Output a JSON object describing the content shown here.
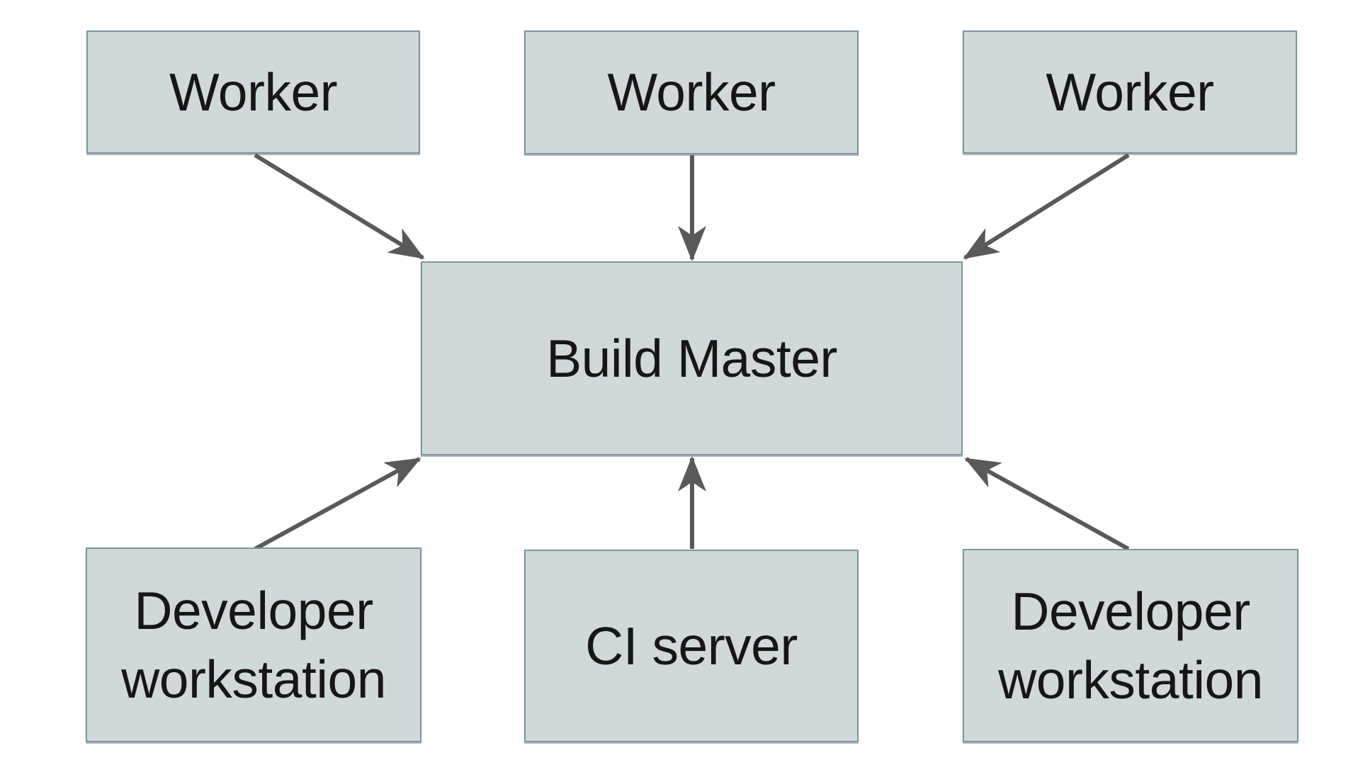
{
  "diagram": {
    "type": "architecture-diagram",
    "nodes": [
      {
        "id": "worker-1",
        "label": "Worker"
      },
      {
        "id": "worker-2",
        "label": "Worker"
      },
      {
        "id": "worker-3",
        "label": "Worker"
      },
      {
        "id": "build-master",
        "label": "Build Master"
      },
      {
        "id": "developer-workstation-left",
        "label": "Developer workstation"
      },
      {
        "id": "ci-server",
        "label": "CI server"
      },
      {
        "id": "developer-workstation-right",
        "label": "Developer workstation"
      }
    ],
    "edges": [
      {
        "from": "worker-1",
        "to": "build-master"
      },
      {
        "from": "worker-2",
        "to": "build-master"
      },
      {
        "from": "worker-3",
        "to": "build-master"
      },
      {
        "from": "developer-workstation-left",
        "to": "build-master"
      },
      {
        "from": "ci-server",
        "to": "build-master"
      },
      {
        "from": "developer-workstation-right",
        "to": "build-master"
      }
    ],
    "colors": {
      "background": "#ffffff",
      "node_fill": "#d0d8da",
      "node_border": "#7b96a1",
      "arrow": "#595959",
      "text": "#161616"
    }
  }
}
